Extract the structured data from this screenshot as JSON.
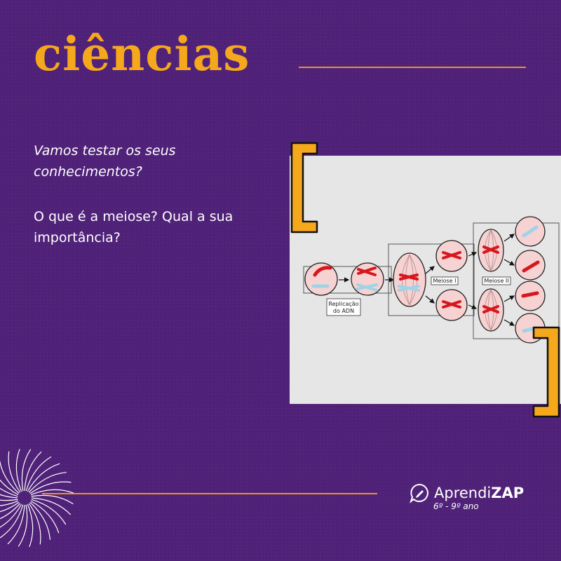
{
  "header": {
    "title": "ciências"
  },
  "content": {
    "intro": "Vamos testar os seus conhecimentos?",
    "question": "O que é a meiose? Qual a sua importância?"
  },
  "diagram": {
    "label_replication_line1": "Replicação",
    "label_replication_line2": "do ADN",
    "label_meiosis1": "Meiose I",
    "label_meiosis2": "Meiose II"
  },
  "brand": {
    "name_regular": "Aprendi",
    "name_bold": "ZAP",
    "grade": "6º - 9º ano"
  },
  "colors": {
    "background": "#4f2178",
    "accent": "#f5a81c",
    "chromosome_red": "#d6171d",
    "chromosome_blue": "#9fd3e6",
    "cell_pink": "#f6d2d2"
  }
}
